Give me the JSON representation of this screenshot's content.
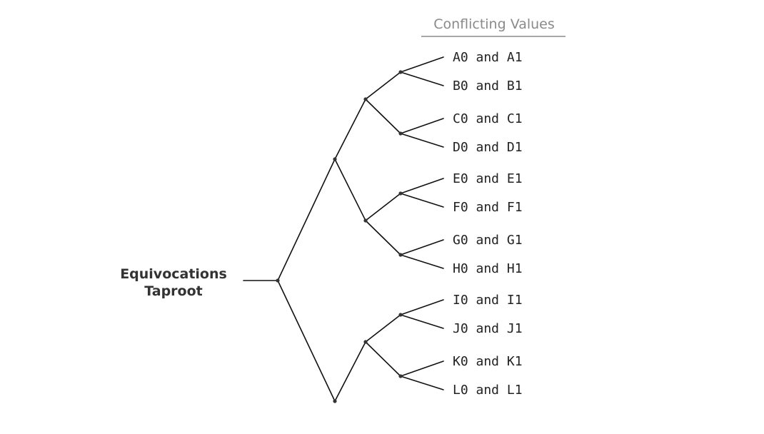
{
  "header": {
    "title": "Conflicting Values"
  },
  "root": {
    "label_line1": "Equivocations",
    "label_line2": "Taproot"
  },
  "leaves": [
    "A0 and A1",
    "B0 and B1",
    "C0 and C1",
    "D0 and D1",
    "E0 and E1",
    "F0 and F1",
    "G0 and G1",
    "H0 and H1",
    "I0 and I1",
    "J0 and J1",
    "K0 and K1",
    "L0 and L1"
  ]
}
